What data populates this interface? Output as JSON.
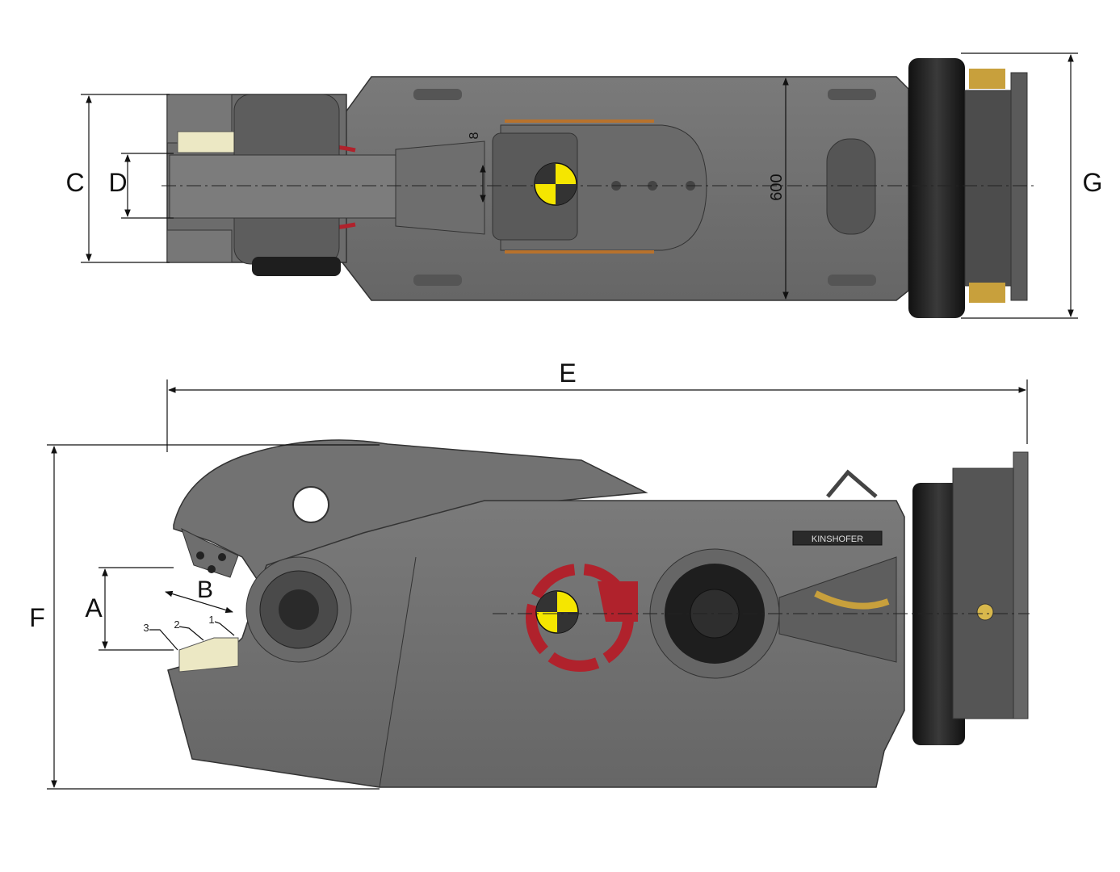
{
  "dimensions": {
    "A": "A",
    "B": "B",
    "C": "C",
    "D": "D",
    "E": "E",
    "F": "F",
    "G": "G",
    "width_600": "600",
    "offset_8": "8"
  },
  "blade_marks": {
    "one": "1",
    "two": "2",
    "three": "3"
  },
  "brand_plate": "KINSHOFER",
  "colors": {
    "body_gray": "#707070",
    "dark_gray": "#4a4a4a",
    "rotator_black": "#1e1e1e",
    "blade_cream": "#ece8c4",
    "accent_red": "#b0222c",
    "cog_yellow": "#f5e600",
    "dim_line": "#111111"
  },
  "icons": {
    "center_of_gravity": "cog-marker-icon",
    "logo": "brand-logo-icon"
  }
}
